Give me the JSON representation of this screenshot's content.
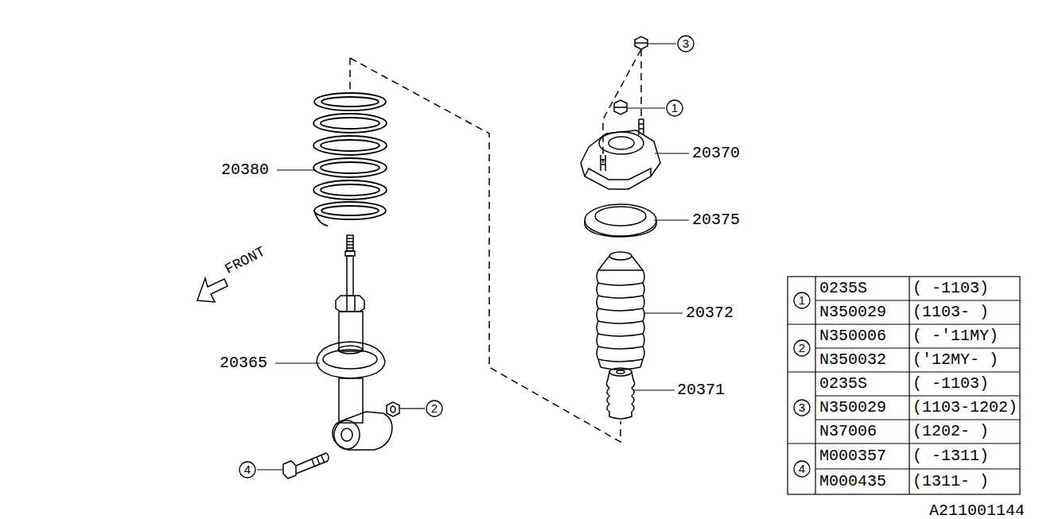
{
  "diagram": {
    "nodes": [
      {
        "text": [
          "3"
        ]
      },
      {
        "text": [
          "1"
        ]
      },
      {
        "text": [
          "2"
        ]
      },
      {
        "text": [
          "4"
        ]
      },
      {
        "text": [
          "1"
        ]
      },
      {
        "text": [
          "2"
        ]
      },
      {
        "text": [
          "3"
        ]
      },
      {
        "text": [
          "4"
        ]
      }
    ],
    "labels": [
      "20380",
      "20370",
      "20375",
      "20372",
      "20365",
      "20371",
      "FRONT",
      "0235S",
      "( -1103)",
      "N350029",
      "(1103- )",
      "N350006",
      "( -'11MY)",
      "N350032",
      "('12MY- )",
      "0235S",
      "( -1103)",
      "N350029",
      "(1103-1202)",
      "N37006",
      "(1202- )",
      "M000357",
      "( -1311)",
      "M000435",
      "(1311- )",
      "A211001144"
    ]
  }
}
